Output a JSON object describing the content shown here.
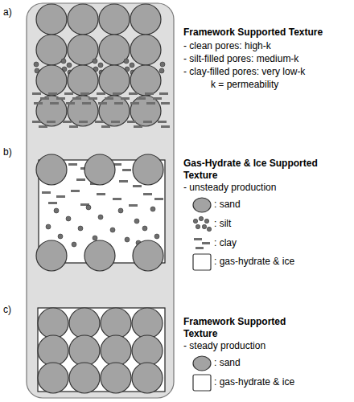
{
  "diagram": {
    "labels": [
      "a)",
      "Framework Supported Texture",
      "- clean pores: high-k",
      "- silt-filled pores: medium-k",
      "- clay-filled pores: very low-k",
      "k = permeability",
      "b)",
      "Gas-Hydrate & Ice Supported Texture",
      "- unsteady production",
      "c)",
      "Framework Supported Texture",
      "- steady production"
    ],
    "legend": [
      {
        "text": ": sand"
      },
      {
        "text": ": silt"
      },
      {
        "text": ": clay"
      },
      {
        "text": ": gas-hydrate & ice",
        "color": "#ffffff"
      },
      {
        "text": ": sand"
      },
      {
        "text": ": gas-hydrate & ice",
        "color": "#ffffff"
      }
    ]
  }
}
